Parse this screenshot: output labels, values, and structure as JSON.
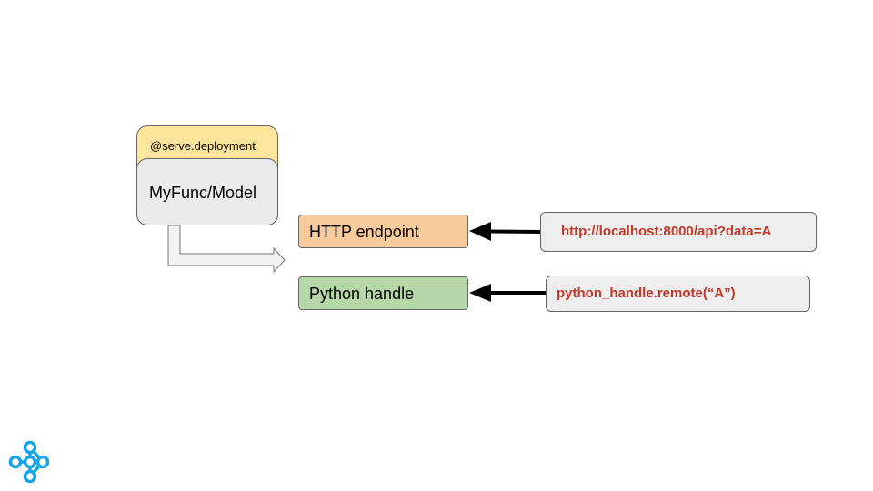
{
  "deployment": {
    "decorator_label": "@serve.deployment",
    "name_label": "MyFunc/Model"
  },
  "endpoints": {
    "http_label": "HTTP endpoint",
    "python_label": "Python handle"
  },
  "callers": {
    "http_call": "http://localhost:8000/api?data=A",
    "python_call": "python_handle.remote(“A”)"
  },
  "icons": {
    "logo": "ray-logo-icon"
  },
  "colors": {
    "decorator_fill": "#fde59c",
    "deployment_fill": "#ebebeb",
    "http_fill": "#f9cb9c",
    "python_fill": "#b6d7a8",
    "caller_text": "#c0392b",
    "logo": "#1aa3e8"
  }
}
